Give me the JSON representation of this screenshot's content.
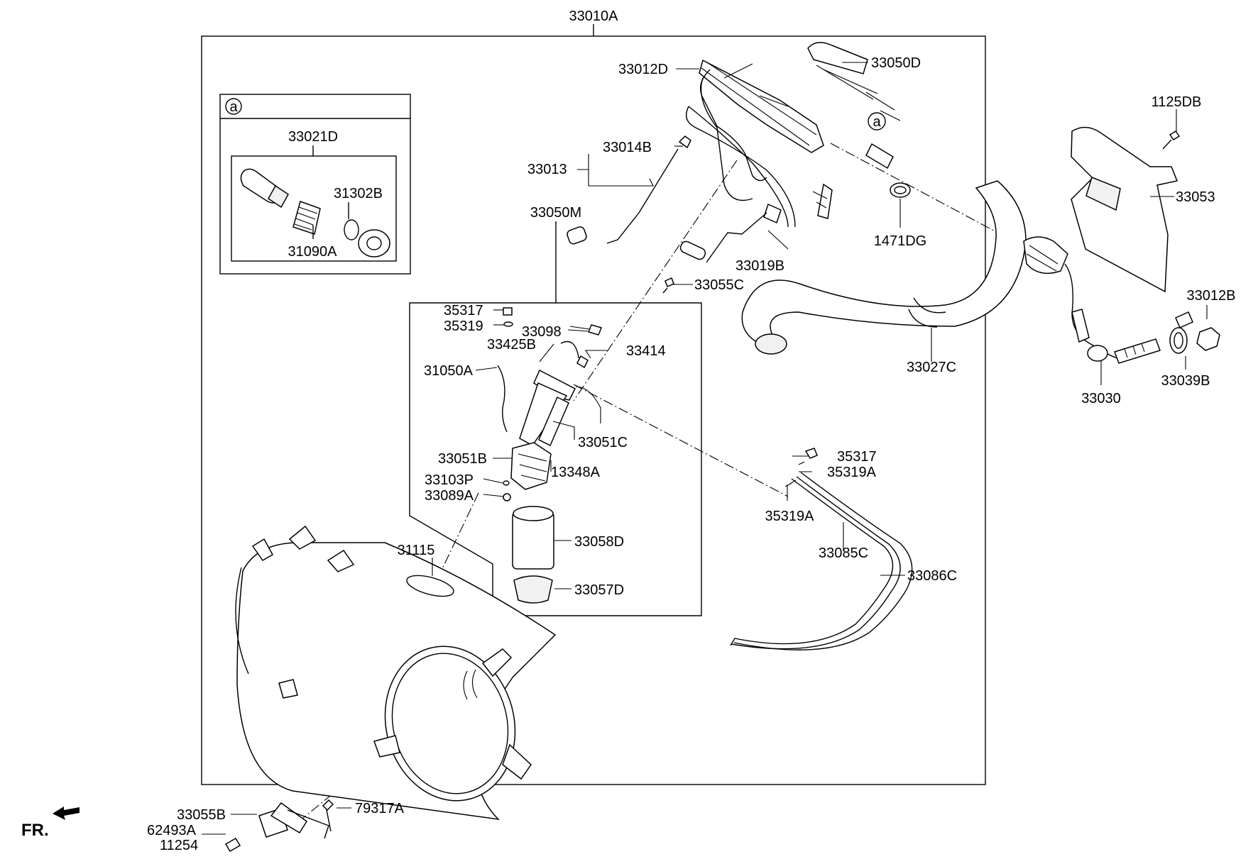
{
  "main_label": "33010A",
  "detail_box": {
    "circle": "a",
    "label": "33021D"
  },
  "callout_circle": "a",
  "front_marker": "FR.",
  "labels": {
    "l33012D": "33012D",
    "l33050D": "33050D",
    "l1125DB": "1125DB",
    "l33053": "33053",
    "l33014B": "33014B",
    "l33013": "33013",
    "l1471DG": "1471DG",
    "l33019B": "33019B",
    "l31302B": "31302B",
    "l31090A": "31090A",
    "l33050M": "33050M",
    "l33055C": "33055C",
    "l33012B": "33012B",
    "l35317a": "35317",
    "l35319": "35319",
    "l33098": "33098",
    "l33425B": "33425B",
    "l33414": "33414",
    "l31050A": "31050A",
    "l33027C": "33027C",
    "l33039B": "33039B",
    "l33030": "33030",
    "l33051C": "33051C",
    "l35317b": "35317",
    "l33051B": "33051B",
    "l35319Aa": "35319A",
    "l13348A": "13348A",
    "l33103P": "33103P",
    "l33089A": "33089A",
    "l35319Ab": "35319A",
    "l33058D": "33058D",
    "l33085C": "33085C",
    "l31115": "31115",
    "l33086C": "33086C",
    "l33057D": "33057D",
    "l33055B": "33055B",
    "l79317A": "79317A",
    "l62493A": "62493A",
    "l11254": "11254"
  }
}
